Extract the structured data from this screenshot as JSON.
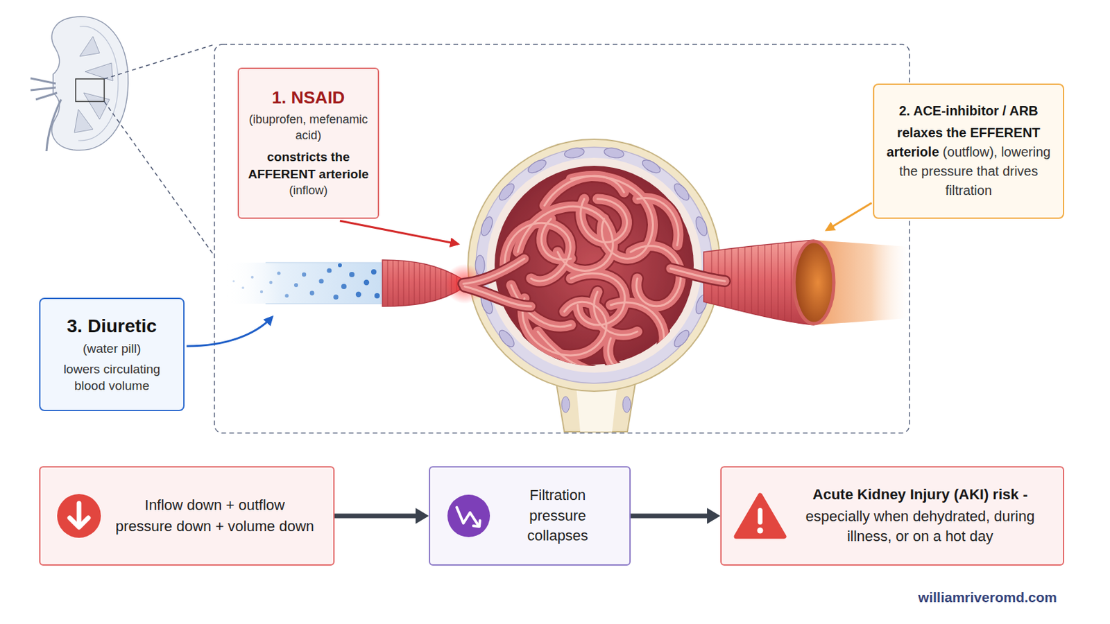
{
  "diagram": {
    "nodes": [
      {
        "text": [
          "1. NSAID",
          "(ibuprofen, mefenamic acid)",
          "constricts the AFFERENT arteriole",
          "(inflow)"
        ]
      },
      {
        "text": [
          "2. ACE-inhibitor / ARB",
          "relaxes the EFFERENT arteriole",
          "(outflow), lowering the pressure that drives filtration"
        ]
      },
      {
        "text": [
          "3. Diuretic",
          "(water pill)",
          "lowers circulating blood volume"
        ]
      },
      {
        "text": [
          "Inflow down + outflow pressure down + volume down"
        ]
      },
      {
        "text": [
          "Filtration pressure collapses"
        ]
      },
      {
        "text": [
          "Acute Kidney Injury (AKI) risk -",
          "especially when dehydrated, during illness, or on a hot day"
        ]
      }
    ],
    "edges": [
      {
        "from": 3,
        "to": 4,
        "arrow": "to"
      },
      {
        "from": 4,
        "to": 5,
        "arrow": "to"
      }
    ],
    "labels": [
      "williamriveromd.com"
    ]
  }
}
